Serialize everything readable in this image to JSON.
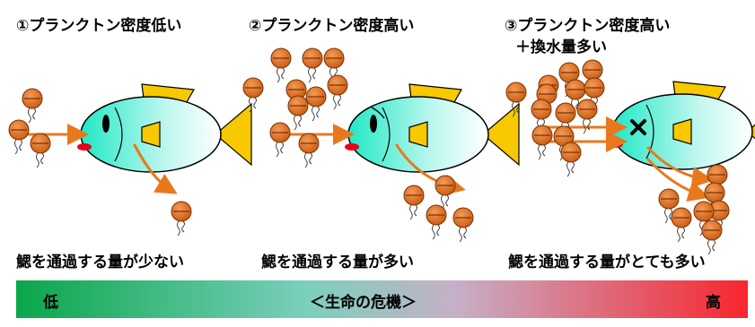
{
  "panels": [
    {
      "title": "①プランクトン密度低い",
      "subtitle": "",
      "caption": "鰓を通過する量が少ない"
    },
    {
      "title": "②プランクトン密度高い",
      "subtitle": "",
      "caption": "鰓を通過する量が多い"
    },
    {
      "title": "③プランクトン密度高い",
      "subtitle": "＋換水量多い",
      "caption": "鰓を通過する量がとても多い"
    }
  ],
  "scale": {
    "low": "低",
    "center": "＜生命の危機＞",
    "high": "高"
  },
  "colors": {
    "plankton": "#e0701e",
    "arrow": "#e8781e",
    "fin": "#f8c800",
    "fish_body_top": "#21e8c4",
    "fish_body_bottom": "#ffffff",
    "mouth": "#e8001a",
    "scale_left": "#0aa64a",
    "scale_right": "#f7262e"
  }
}
